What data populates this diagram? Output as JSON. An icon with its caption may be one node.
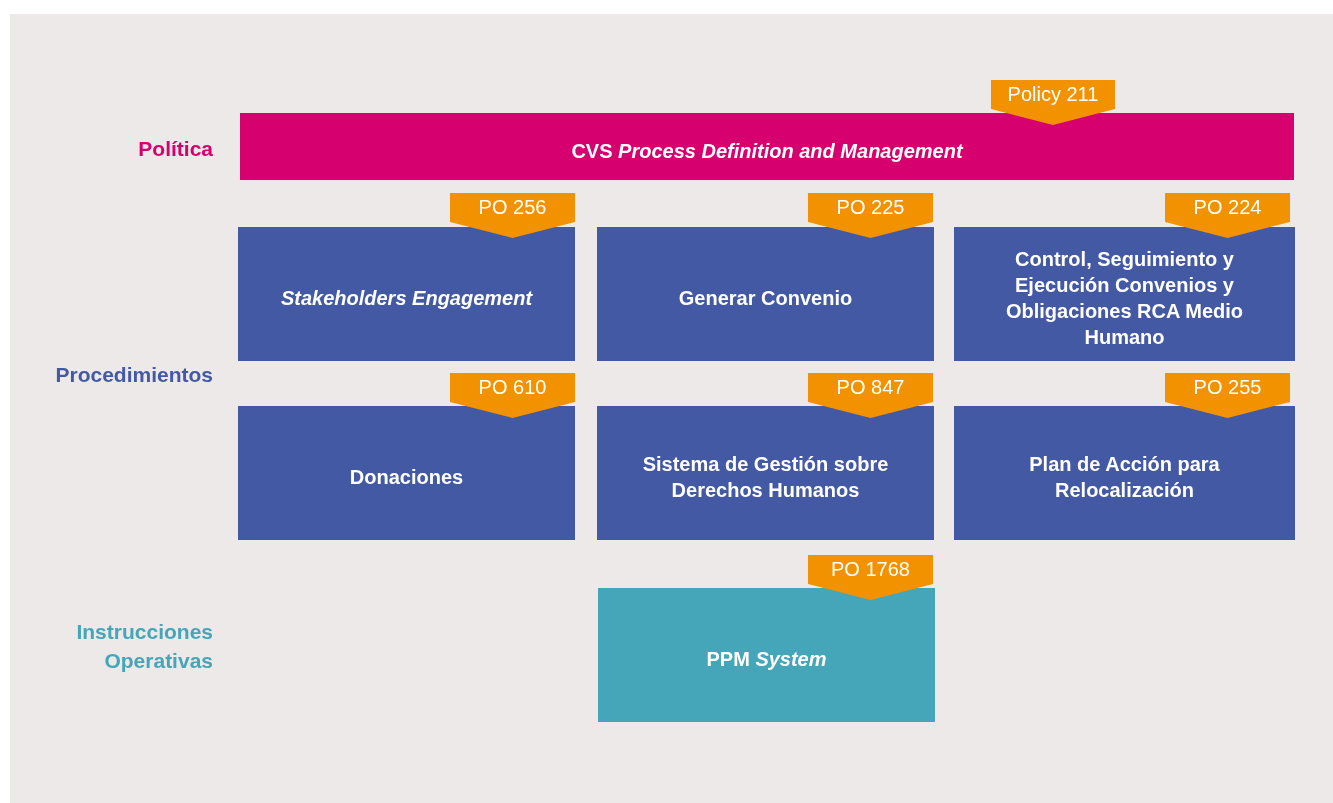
{
  "diagram": {
    "nodes": [
      {
        "text": [
          "Policy 211"
        ]
      },
      {
        "text": [
          "CVS *Process Definition and Management*"
        ]
      },
      {
        "text": [
          "PO 256"
        ]
      },
      {
        "text": [
          "Stakeholders Engagement"
        ]
      },
      {
        "text": [
          "PO 225"
        ]
      },
      {
        "text": [
          "Generar Convenio"
        ]
      },
      {
        "text": [
          "PO 224"
        ]
      },
      {
        "text": [
          "Control, Seguimiento y Ejecución Convenios y Obligaciones RCA Medio Humano"
        ]
      },
      {
        "text": [
          "PO 610"
        ]
      },
      {
        "text": [
          "Donaciones"
        ]
      },
      {
        "text": [
          "PO 847"
        ]
      },
      {
        "text": [
          "Sistema de Gestión sobre Derechos Humanos"
        ]
      },
      {
        "text": [
          "PO 255"
        ]
      },
      {
        "text": [
          "Plan de Acción para Relocalización"
        ]
      },
      {
        "text": [
          "PO 1768"
        ]
      },
      {
        "text": [
          "PPM *System*"
        ]
      }
    ],
    "labels": [
      "Política",
      "Procedimientos",
      "Instrucciones Operativas"
    ]
  }
}
